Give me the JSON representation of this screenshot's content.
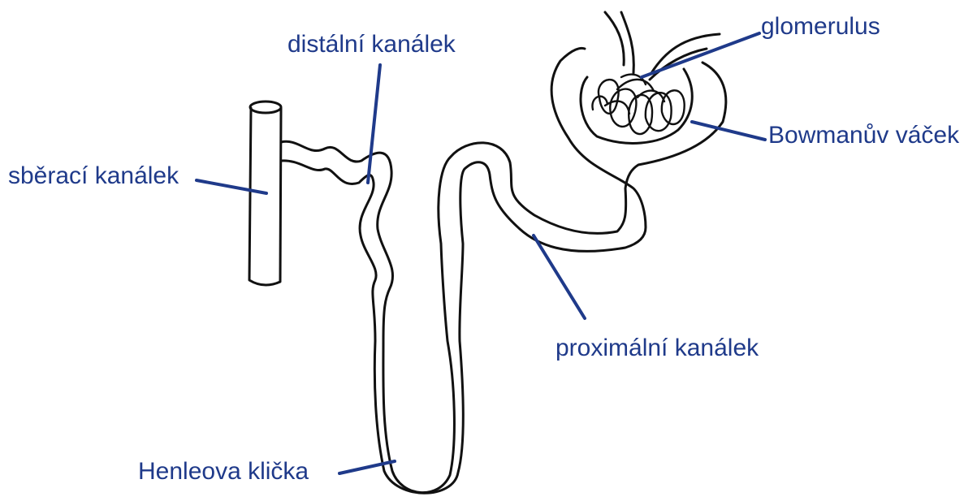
{
  "labels": {
    "distal": "distální kanálek",
    "glomerulus": "glomerulus",
    "bowman": "Bowmanův váček",
    "collecting": "sběrací kanálek",
    "proximal": "proximální kanálek",
    "henle": "Henleova klička"
  },
  "colors": {
    "label": "#1f3a8a",
    "leader": "#1f3a8a",
    "outline": "#111111",
    "background": "#ffffff"
  }
}
